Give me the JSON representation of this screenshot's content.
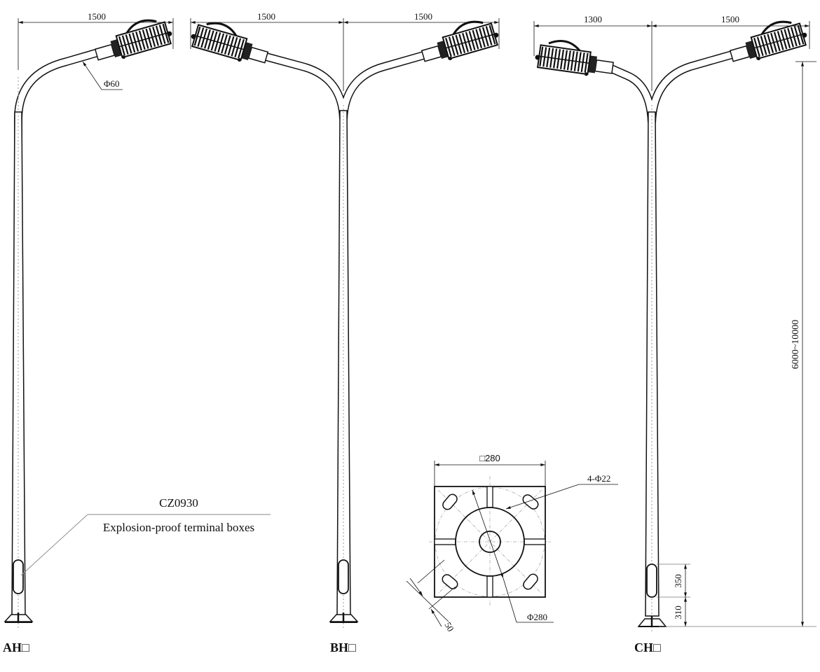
{
  "poles": [
    {
      "label": "AH□",
      "arm_dims": [
        "1500"
      ],
      "arm_diameter": "Φ60"
    },
    {
      "label": "BH□",
      "arm_dims": [
        "1500",
        "1500"
      ]
    },
    {
      "label": "CH□",
      "arm_dims": [
        "1300",
        "1500"
      ],
      "height_dim": "6000~10000",
      "door_dim": "350",
      "door_height_dim": "310"
    }
  ],
  "terminal_box": {
    "model": "CZ0930",
    "description": "Explosion-proof terminal boxes"
  },
  "base_plate": {
    "side_dim": "□280",
    "holes": "4-Φ22",
    "bolt_circle": "Φ280",
    "slot_dim": "50"
  }
}
